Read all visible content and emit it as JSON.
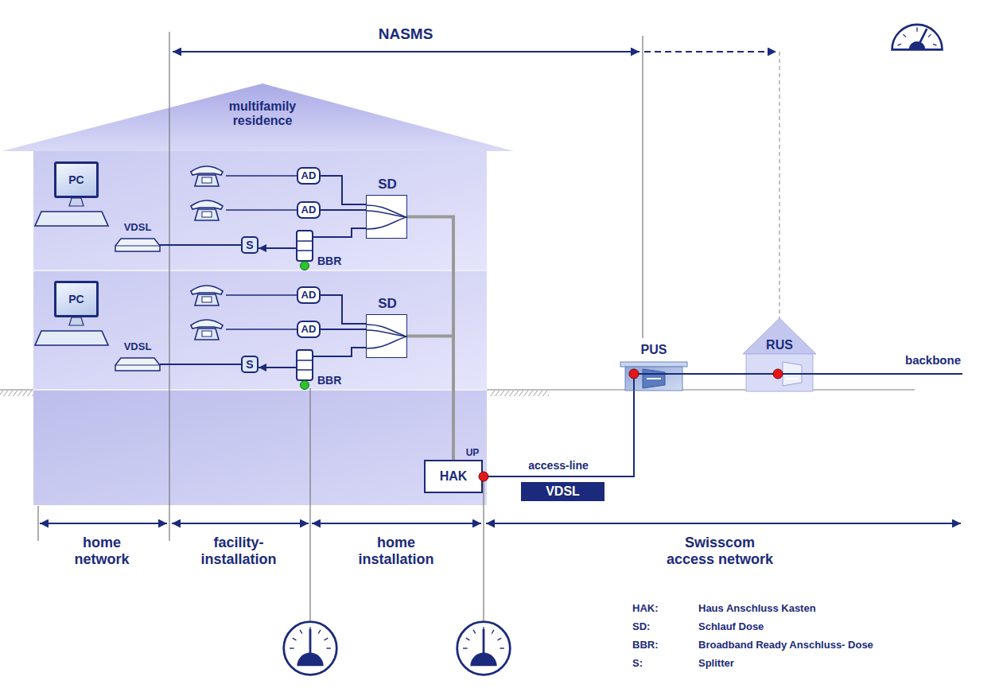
{
  "diagram": {
    "nodes": [
      {
        "text": [
          "multifamily residence"
        ]
      },
      {
        "text": [
          "PC"
        ],
        "in": 0
      },
      {
        "text": [
          "VDSL"
        ],
        "in": 0
      },
      {
        "text": [
          "AD"
        ],
        "in": 0
      },
      {
        "text": [
          "AD"
        ],
        "in": 0
      },
      {
        "text": [
          "S"
        ],
        "in": 0
      },
      {
        "text": [
          "BBR"
        ],
        "in": 0
      },
      {
        "text": [
          "SD"
        ],
        "in": 0
      },
      {
        "text": [
          "PC"
        ],
        "in": 0
      },
      {
        "text": [
          "VDSL"
        ],
        "in": 0
      },
      {
        "text": [
          "AD"
        ],
        "in": 0
      },
      {
        "text": [
          "AD"
        ],
        "in": 0
      },
      {
        "text": [
          "S"
        ],
        "in": 0
      },
      {
        "text": [
          "BBR"
        ],
        "in": 0
      },
      {
        "text": [
          "SD"
        ],
        "in": 0
      },
      {
        "text": [
          "HAK",
          "UP"
        ],
        "in": 0
      },
      {
        "text": [
          "PUS"
        ]
      },
      {
        "text": [
          "RUS"
        ]
      },
      {
        "text": [
          "VDSL"
        ]
      }
    ],
    "edges": [
      {
        "from": 2,
        "to": 5,
        "arrow": "none"
      },
      {
        "from": 6,
        "to": 5,
        "arrow": "to"
      },
      {
        "from": 3,
        "to": 7,
        "arrow": "none"
      },
      {
        "from": 4,
        "to": 7,
        "arrow": "none"
      },
      {
        "from": 6,
        "to": 7,
        "arrow": "none"
      },
      {
        "from": 9,
        "to": 12,
        "arrow": "none"
      },
      {
        "from": 13,
        "to": 12,
        "arrow": "to"
      },
      {
        "from": 10,
        "to": 14,
        "arrow": "none"
      },
      {
        "from": 11,
        "to": 14,
        "arrow": "none"
      },
      {
        "from": 13,
        "to": 14,
        "arrow": "none"
      },
      {
        "from": 7,
        "to": 15,
        "arrow": "none"
      },
      {
        "from": 14,
        "to": 15,
        "arrow": "none"
      },
      {
        "from": 15,
        "to": 16,
        "arrow": "none",
        "label": "access-line"
      },
      {
        "from": 16,
        "to": 17,
        "arrow": "none"
      }
    ],
    "labels": [
      "NASMS",
      "backbone",
      "home network",
      "facility- installation",
      "home installation",
      "Swisscom access network",
      "HAK:",
      "Haus Anschluss Kasten",
      "SD:",
      "Schlauf Dose",
      "BBR:",
      "Broadband Ready Anschluss- Dose",
      "S:",
      "Splitter"
    ]
  }
}
